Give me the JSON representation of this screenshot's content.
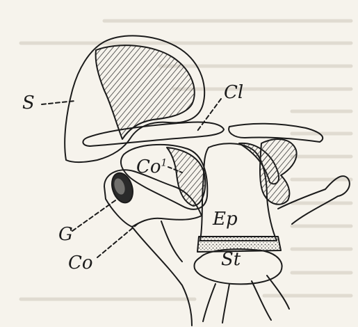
{
  "labels": {
    "S": "S",
    "Cl": "Cl",
    "Co1_base": "Co",
    "Co1_sup": "1",
    "Ep": "Ep",
    "St": "St",
    "G": "G",
    "Co": "Co"
  },
  "colors": {
    "background": "#f6f3ec",
    "bleed_text": "#b9b2a6",
    "ink": "#1b1b1b",
    "hatch": "#3a3a3a",
    "cartilage_dots": "#4a4a4a"
  }
}
